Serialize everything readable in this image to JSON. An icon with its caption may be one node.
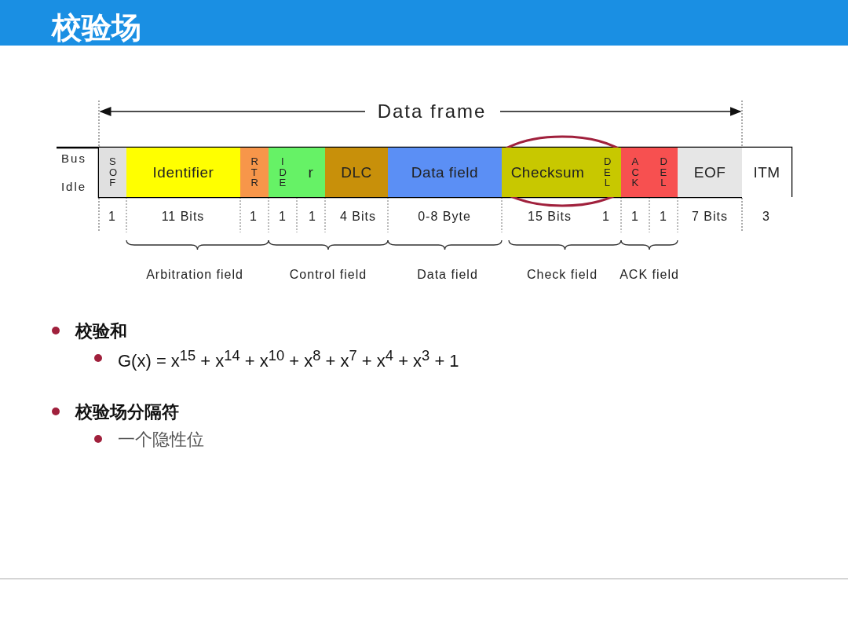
{
  "diagram": {
    "title": "校验场",
    "nodes": [
      {
        "text": [
          "SOF"
        ]
      },
      {
        "text": [
          "Identifier"
        ]
      },
      {
        "text": [
          "RTR"
        ]
      },
      {
        "text": [
          "IDE"
        ]
      },
      {
        "text": [
          "r"
        ]
      },
      {
        "text": [
          "DLC"
        ]
      },
      {
        "text": [
          "Data field"
        ]
      },
      {
        "text": [
          "Checksum"
        ]
      },
      {
        "text": [
          "DEL"
        ]
      },
      {
        "text": [
          "ACK"
        ]
      },
      {
        "text": [
          "DEL"
        ]
      },
      {
        "text": [
          "EOF"
        ]
      },
      {
        "text": [
          "ITM"
        ]
      }
    ],
    "edges": [],
    "labels": [
      "Data frame",
      "Bus Idle",
      "1",
      "11 Bits",
      "1",
      "1",
      "1",
      "4 Bits",
      "0-8 Byte",
      "15 Bits",
      "1",
      "1",
      "1",
      "7 Bits",
      "3",
      "Arbitration field",
      "Control field",
      "Data field",
      "Check field",
      "ACK field",
      "校验和",
      "G(x) = x$^{15}$ + x$^{14}$ + x$^{10}$ + x$^{8}$ + x$^{7}$ + x$^{4}$ + x$^{3}$ + 1",
      "校验场分隔符",
      "一个隐性位"
    ]
  }
}
